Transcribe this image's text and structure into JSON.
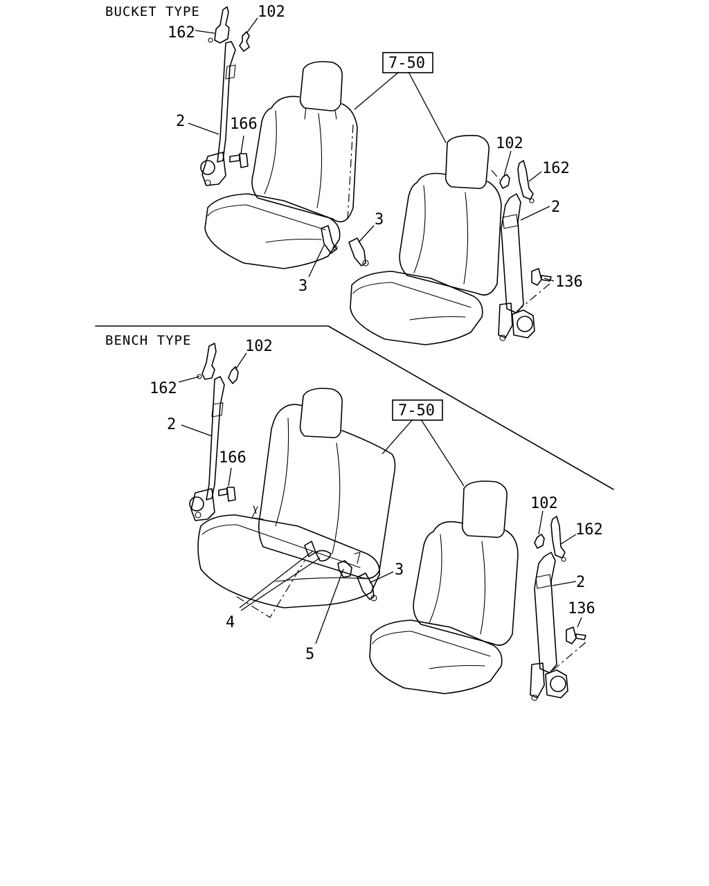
{
  "sections": {
    "bucket": {
      "title": "BUCKET TYPE"
    },
    "bench": {
      "title": "BENCH TYPE"
    }
  },
  "callouts": {
    "bucket_left_102": "102",
    "bucket_left_162": "162",
    "bucket_left_2": "2",
    "bucket_left_166": "166",
    "bucket_left_3": "3",
    "bucket_center_3": "3",
    "bucket_ref": "7-50",
    "bucket_right_102": "102",
    "bucket_right_162": "162",
    "bucket_right_2": "2",
    "bucket_right_136": "136",
    "bench_left_162": "162",
    "bench_left_102": "102",
    "bench_left_2": "2",
    "bench_left_166": "166",
    "bench_ref": "7-50",
    "bench_4": "4",
    "bench_5": "5",
    "bench_3": "3",
    "bench_right_102": "102",
    "bench_right_162": "162",
    "bench_right_2": "2",
    "bench_right_136": "136"
  }
}
